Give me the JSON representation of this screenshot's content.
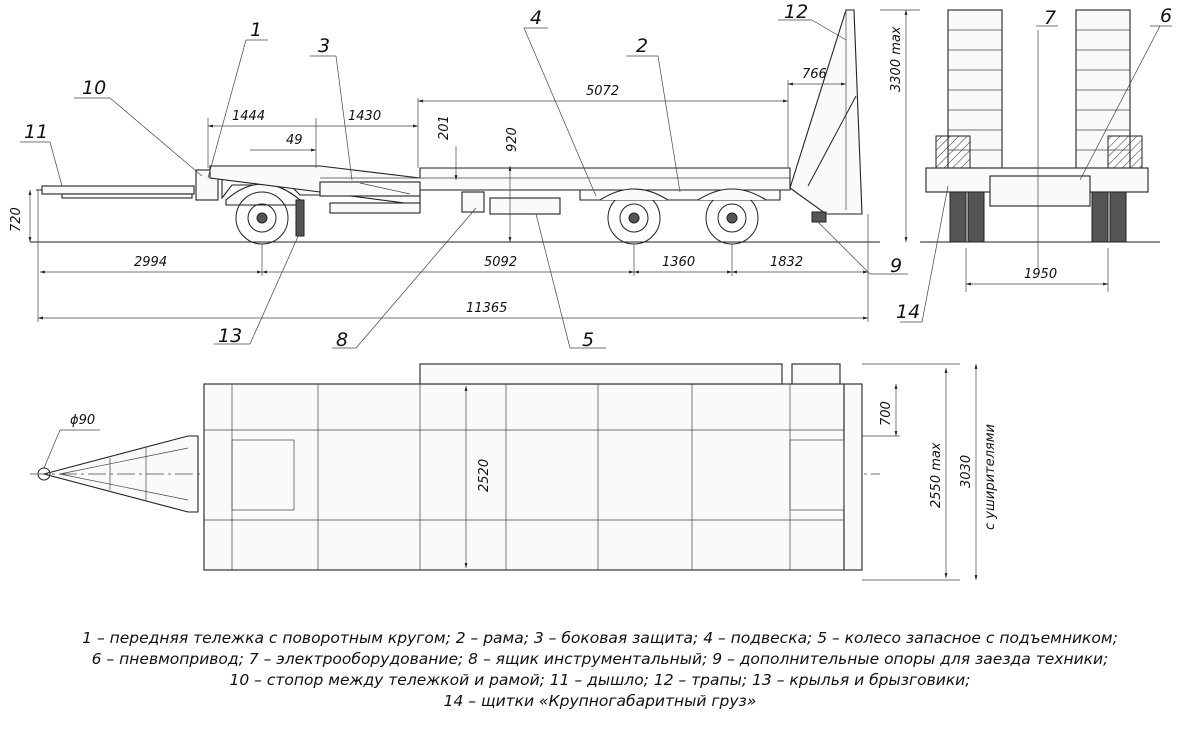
{
  "dimensions": {
    "d1444": "1444",
    "d49": "49",
    "d1430": "1430",
    "d201": "201",
    "d920": "920",
    "d5072": "5072",
    "d766": "766",
    "d3300max": "3300 max",
    "d720": "720",
    "d2994": "2994",
    "d5092": "5092",
    "d1360": "1360",
    "d1832": "1832",
    "d11365": "11365",
    "d1950": "1950",
    "d90": "ϕ90",
    "d2520": "2520",
    "d700": "700",
    "d2550max": "2550 max",
    "d3030": "3030",
    "d_wideners": "с уширителями"
  },
  "callouts": {
    "c1": "1",
    "c2": "2",
    "c3": "3",
    "c4": "4",
    "c5": "5",
    "c6": "6",
    "c7": "7",
    "c8": "8",
    "c9": "9",
    "c10": "10",
    "c11": "11",
    "c12": "12",
    "c13": "13",
    "c14": "14"
  },
  "legend": {
    "line1": "1 – передняя тележка с поворотным кругом; 2 – рама; 3 – боковая защита; 4 – подвеска; 5 – колесо запасное с подъемником;",
    "line2": "6 – пневмопривод; 7 – электрооборудование; 8 – ящик инструментальный; 9 – дополнительные опоры для заезда техники;",
    "line3": "10 – стопор между тележкой и рамой; 11 – дышло; 12 – трапы; 13 – крылья и брызговики;",
    "line4": "14 – щитки «Крупногабаритный груз»"
  }
}
